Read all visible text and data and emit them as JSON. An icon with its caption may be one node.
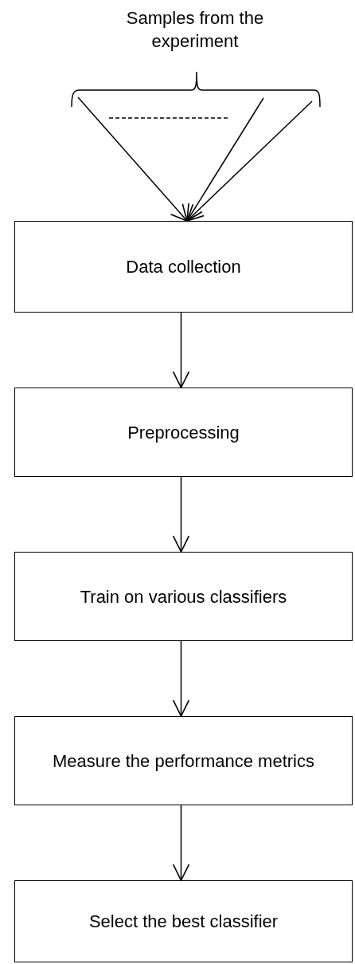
{
  "diagram": {
    "nodes": [
      {
        "text": [
          "Data collection"
        ]
      },
      {
        "text": [
          "Preprocessing"
        ]
      },
      {
        "text": [
          "Train on various classifiers"
        ]
      },
      {
        "text": [
          "Measure the performance metrics"
        ]
      },
      {
        "text": [
          "Select the best classifier"
        ]
      }
    ],
    "edges": [
      {
        "from": null,
        "to": 0,
        "arrow": "to"
      },
      {
        "from": null,
        "to": 0,
        "arrow": "to"
      },
      {
        "from": null,
        "to": 0,
        "arrow": "to"
      },
      {
        "from": 0,
        "to": 1,
        "arrow": "to"
      },
      {
        "from": 1,
        "to": 2,
        "arrow": "to"
      },
      {
        "from": 2,
        "to": 3,
        "arrow": "to"
      },
      {
        "from": 3,
        "to": 4,
        "arrow": "to"
      }
    ],
    "labels": [
      "Samples from the experiment"
    ]
  }
}
